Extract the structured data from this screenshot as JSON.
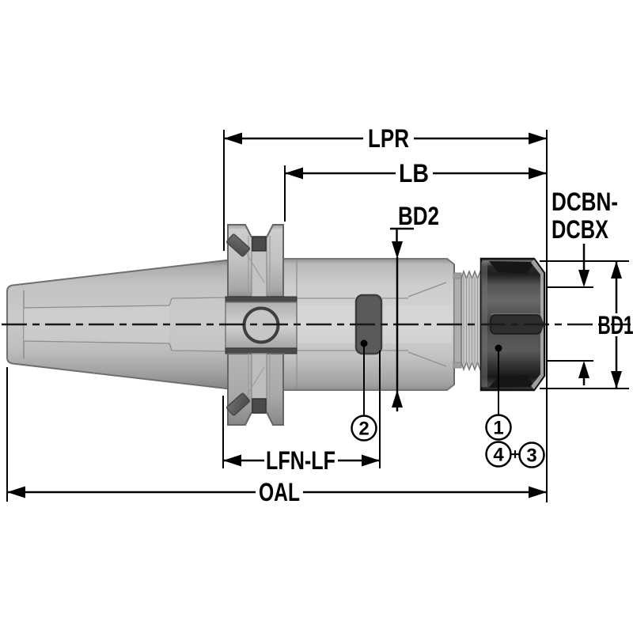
{
  "diagram": {
    "type": "technical-dimension-drawing",
    "subject": "ER collet chuck tool holder, side cross-view with dimension callouts",
    "background": "#ffffff",
    "line_color": "#000000",
    "labels": {
      "lpr": "LPR",
      "lb": "LB",
      "bd2": "BD2",
      "dcbn_line1": "DCBN-",
      "dcbn_line2": "DCBX",
      "bd1": "BD1",
      "lfn_lf": "LFN-LF",
      "oal": "OAL",
      "plus": "+"
    },
    "balloons": {
      "b1": "1",
      "b2": "2",
      "b3": "3",
      "b4": "4"
    },
    "colors": {
      "body_gray": "#c9c9c9",
      "body_edge": "#6f6f6f",
      "flange_gray": "#c2c2c2",
      "band_dark": "#4a4a4a",
      "ring_dark": "#5a5a5a",
      "ring_edge": "#3c3c3c",
      "nut_dark": "#3a3a3a",
      "nut_slot": "#161616",
      "nut_face": "#b3b3b3",
      "dimension": "#000000"
    }
  }
}
